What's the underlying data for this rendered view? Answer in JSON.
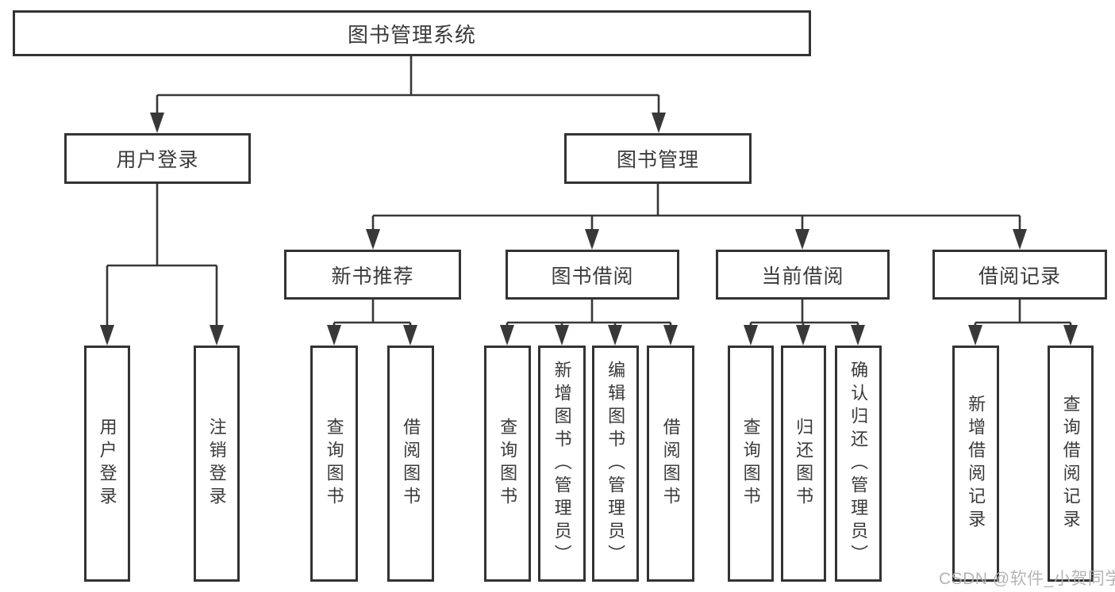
{
  "nodes": {
    "root": "图书管理系统",
    "user_login": "用户登录",
    "book_mgmt": "图书管理",
    "new_book": "新书推荐",
    "book_borrow": "图书借阅",
    "current_borrow": "当前借阅",
    "borrow_record": "借阅记录"
  },
  "leaves": {
    "user_login": [
      "用户登录",
      "注销登录"
    ],
    "new_book": [
      "查询图书",
      "借阅图书"
    ],
    "book_borrow": [
      "查询图书",
      "新增图书（管理员）",
      "编辑图书（管理员）",
      "借阅图书"
    ],
    "current_borrow": [
      "查询图书",
      "归还图书",
      "确认归还（管理员）"
    ],
    "borrow_record": [
      "新增借阅记录",
      "查询借阅记录"
    ]
  },
  "watermark": "CSDN @软件_小贺同学",
  "colors": {
    "line": "#383838",
    "box_border": "#333333",
    "text": "#3a3a3a",
    "watermark": "#b0b0b0",
    "background": "#ffffff"
  }
}
